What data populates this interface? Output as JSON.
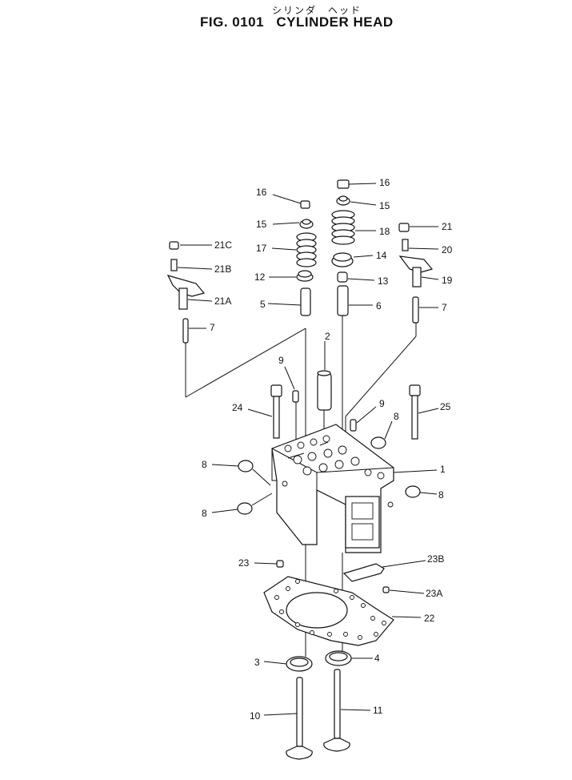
{
  "header": {
    "japanese_title": "シリンダ　ヘッド",
    "figure_label": "FIG. 0101",
    "title": "CYLINDER HEAD"
  },
  "callouts": {
    "c16a": "16",
    "c16b": "16",
    "c15a": "15",
    "c15b": "15",
    "c17": "17",
    "c18": "18",
    "c12": "12",
    "c14": "14",
    "c13": "13",
    "c5": "5",
    "c6": "6",
    "c21c": "21C",
    "c21b": "21B",
    "c21a": "21A",
    "c7a": "7",
    "c7b": "7",
    "c21": "21",
    "c20": "20",
    "c19": "19",
    "c2": "2",
    "c9a": "9",
    "c9b": "9",
    "c24": "24",
    "c25": "25",
    "c8a": "8",
    "c8b": "8",
    "c8c": "8",
    "c8d": "8",
    "c1": "1",
    "c23": "23",
    "c23b": "23B",
    "c23a": "23A",
    "c22": "22",
    "c3": "3",
    "c4": "4",
    "c10": "10",
    "c11": "11"
  }
}
